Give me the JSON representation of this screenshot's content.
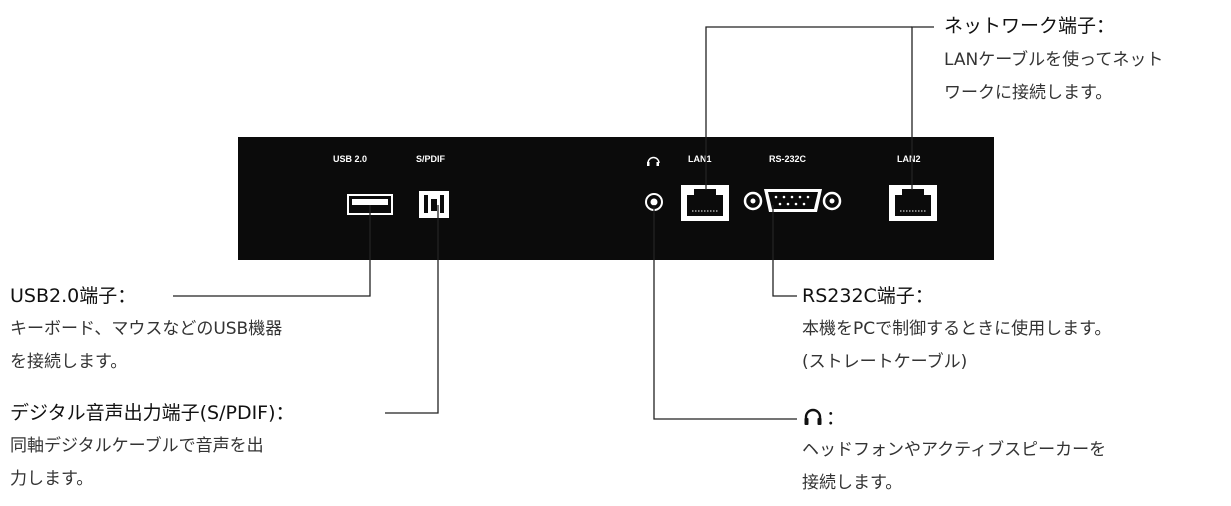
{
  "panel": {
    "color": "#0b0b0b",
    "labels": {
      "usb": "USB 2.0",
      "spdif": "S/PDIF",
      "lan1": "LAN1",
      "rs232c": "RS-232C",
      "lan2": "LAN2"
    }
  },
  "callouts": {
    "network": {
      "title": "ネットワーク端子：",
      "lines": [
        "LANケーブルを使ってネット",
        "ワークに接続します。"
      ]
    },
    "usb": {
      "title": "USB2.0端子：",
      "lines": [
        "キーボード、マウスなどのUSB機器",
        "を接続します。"
      ]
    },
    "spdif": {
      "title": "デジタル音声出力端子(S/PDIF)：",
      "lines": [
        "同軸デジタルケーブルで音声を出",
        "力します。"
      ]
    },
    "rs232c": {
      "title": "RS232C端子：",
      "lines": [
        "本機をPCで制御するときに使用します。",
        "(ストレートケーブル)"
      ]
    },
    "headphone": {
      "title": "：",
      "icon": "headphone-icon",
      "lines": [
        "ヘッドフォンやアクティブスピーカーを",
        "接続します。"
      ]
    }
  }
}
